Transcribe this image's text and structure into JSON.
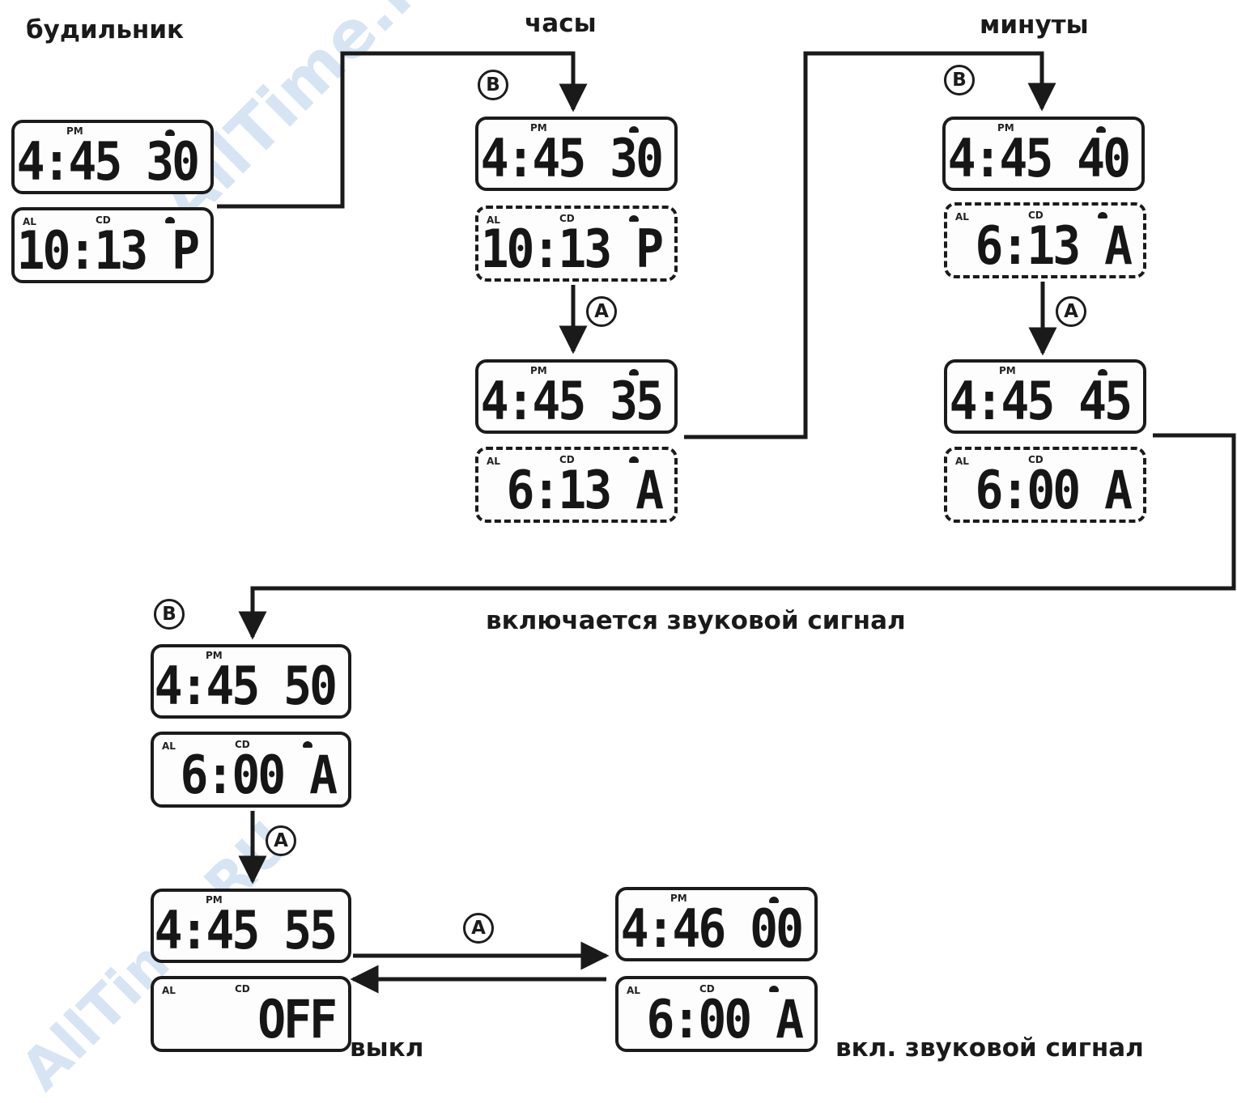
{
  "labels": {
    "alarm": "будильник",
    "hours": "часы",
    "minutes": "минуты",
    "sound_on": "включается звуковой сигнал",
    "off": "выкл",
    "signal_on": "вкл. звуковой сигнал"
  },
  "watermark": "AllTime.RU",
  "indicators": {
    "pm": "PM",
    "al": "AL",
    "cd": "CD"
  },
  "buttons": {
    "a": "A",
    "b": "B"
  },
  "displays": [
    {
      "id": "s1-top",
      "text": "4:45 30",
      "pm": true,
      "bell": true,
      "blink": false
    },
    {
      "id": "s1-bottom",
      "text": "10:13 P",
      "al": true,
      "cd": true,
      "bell": true,
      "blink": false
    },
    {
      "id": "s2-top",
      "text": "4:45 30",
      "pm": true,
      "bell": true,
      "blink": false
    },
    {
      "id": "s2-bottom",
      "text": "10:13 P",
      "al": true,
      "cd": true,
      "bell": true,
      "blink": true
    },
    {
      "id": "s3-top",
      "text": "4:45 35",
      "pm": true,
      "bell": true,
      "blink": false
    },
    {
      "id": "s3-bottom",
      "text": "6:13 A",
      "al": true,
      "cd": true,
      "bell": true,
      "blink": true
    },
    {
      "id": "s4-top",
      "text": "4:45 40",
      "pm": true,
      "bell": true,
      "blink": false
    },
    {
      "id": "s4-bottom",
      "text": "6:13 A",
      "al": true,
      "cd": true,
      "bell": true,
      "blink": true
    },
    {
      "id": "s5-top",
      "text": "4:45 45",
      "pm": true,
      "bell": true,
      "blink": false
    },
    {
      "id": "s5-bottom",
      "text": "6:00 A",
      "al": true,
      "cd": true,
      "bell": false,
      "blink": true
    },
    {
      "id": "s6-top",
      "text": "4:45 50",
      "pm": true,
      "bell": false,
      "blink": false
    },
    {
      "id": "s6-bottom",
      "text": "6:00 A",
      "al": true,
      "cd": true,
      "bell": true,
      "blink": false
    },
    {
      "id": "s7-top",
      "text": "4:45 55",
      "pm": true,
      "bell": false,
      "blink": false
    },
    {
      "id": "s7-bottom",
      "text": "OFF",
      "al": true,
      "cd": true,
      "bell": false,
      "blink": false
    },
    {
      "id": "s8-top",
      "text": "4:46 00",
      "pm": true,
      "bell": true,
      "blink": false
    },
    {
      "id": "s8-bottom",
      "text": "6:00 A",
      "al": true,
      "cd": true,
      "bell": true,
      "blink": false
    }
  ]
}
